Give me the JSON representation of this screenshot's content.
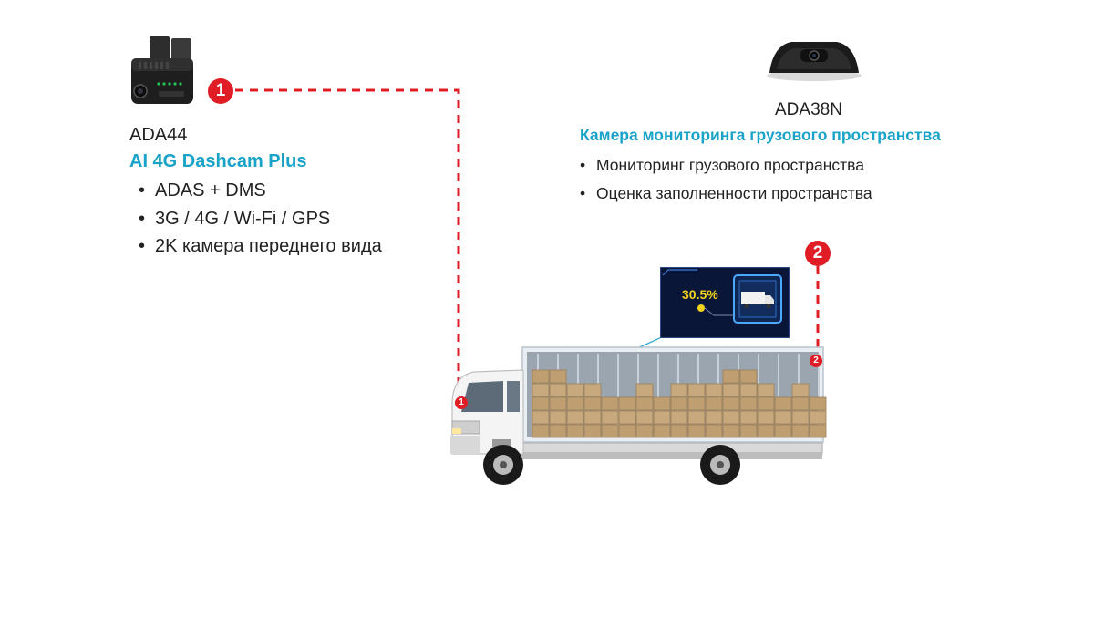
{
  "left_device": {
    "model": "ADA44",
    "title": "AI 4G Dashcam Plus",
    "features": [
      "ADAS + DMS",
      "3G / 4G / Wi-Fi / GPS",
      "2K камера переднего вида"
    ],
    "marker": "1"
  },
  "right_device": {
    "model": "ADA38N",
    "title": "Камера мониторинга грузового пространства",
    "features": [
      "Мониторинг грузового пространства",
      "Оценка заполненности пространства"
    ],
    "marker": "2"
  },
  "screen_inset": {
    "fill_percent": "30.5%"
  },
  "colors": {
    "accent": "#1aa3c8",
    "marker": "#e01c24",
    "connector": "#e01c24",
    "screen_bg": "#0a1638",
    "percent": "#f2d21a"
  },
  "icons": [
    "dashcam-device-image",
    "cargo-camera-image",
    "truck-illustration",
    "truck-icon"
  ]
}
